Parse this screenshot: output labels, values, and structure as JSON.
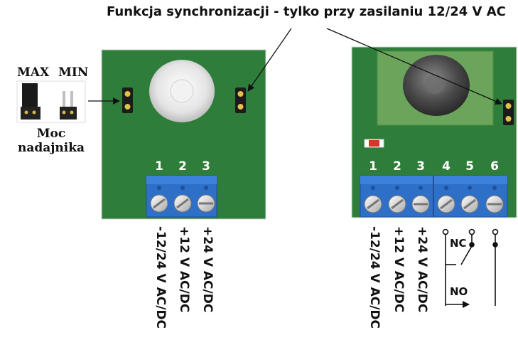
{
  "title": "Funkcja synchronizacji - tylko przy zasilaniu 12/24 V AC",
  "jumper": {
    "max_label": "MAX",
    "min_label": "MIN",
    "caption_line1": "Moc",
    "caption_line2": "nadajnika"
  },
  "left_board": {
    "pins": [
      "1",
      "2",
      "3"
    ],
    "terminal_labels": [
      "-12/24 V AC/DC",
      "+12 V AC/DC",
      "+24 V AC/DC"
    ]
  },
  "right_board": {
    "pins": [
      "1",
      "2",
      "3",
      "4",
      "5",
      "6"
    ],
    "terminal_labels": [
      "-12/24 V AC/DC",
      "+12 V AC/DC",
      "+24 V AC/DC"
    ],
    "relay_nc": "NC",
    "relay_no": "NO"
  },
  "colors": {
    "pcb": "#2f7d3a",
    "terminal": "#2e6fc8",
    "terminal_dark": "#1f4f95",
    "arrow": "#111111"
  }
}
